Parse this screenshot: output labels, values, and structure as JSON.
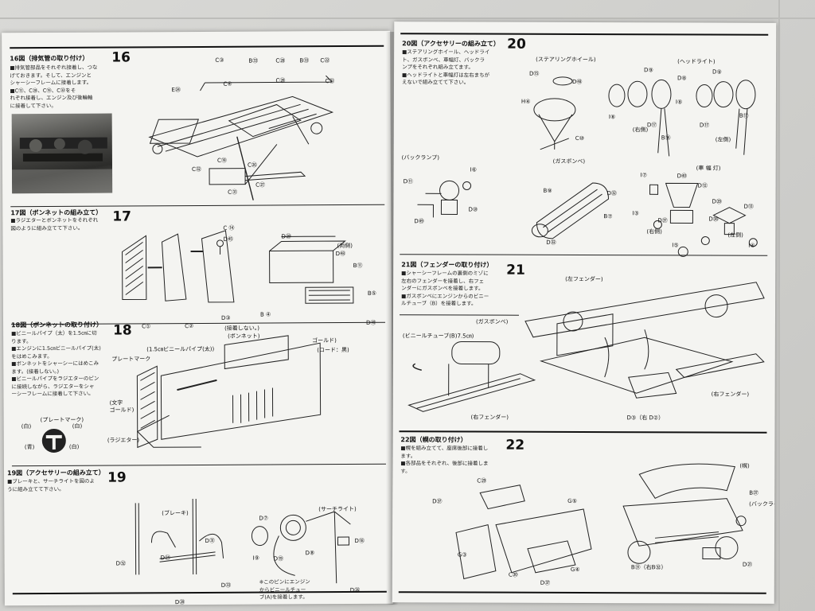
{
  "left": {
    "s16": {
      "title": "16図（排気管の取り付け）",
      "text": "■排気管部品をそれぞれ接着し、つな\nげておきます。そして、エンジンと\nシャーシーフレームに接着します。\n■C⑫、C㉘、C⑲、C㉜をそ\nれぞれ接着し、エンジン及び後輪軸\nに接着して下さい。",
      "num": "16",
      "labels": [
        "C③",
        "B㉝",
        "C㉘",
        "B㉝",
        "C㉒",
        "C④",
        "C⑳",
        "C㉑",
        "E㉔",
        "C㉜",
        "C⑲",
        "C㉖",
        "C㉛",
        "C㉗"
      ]
    },
    "s17": {
      "title": "17図（ボンネットの組み立て）",
      "text": "■ラジエターとボンネットをそれぞれ\n図のように組み立てて下さい。",
      "num": "17",
      "labels": [
        "C ⑭",
        "D㊺",
        "D㉙",
        "(両側)",
        "D㊽",
        "B⑪",
        "B⑤",
        "B ④",
        "D㊾",
        "C①",
        "C②",
        "D③"
      ]
    },
    "s18": {
      "title": "18図（ボンネットの取り付け）",
      "text": "■ビニールパイプ（太）を1.5㎝に切\nります。\n■エンジンに1.5㎝ビニールパイプ(太)\nをはめこみます。\n■ボンネットをシャーシーにはめこみ\nます。(接着しない。)\n■ビニールパイプをラジエターのピン\nに接続しながら、ラジエターをシャ\nーシーフレームに接着して下さい。",
      "num": "18",
      "labels": [
        "(接着しない。)",
        "(ボンネット)",
        "ゴールド)",
        "(コード：黒)",
        "(1.5㎝ビニールパイプ(太))",
        "プレートマーク",
        "(文字",
        "ゴールド)",
        "(ラジエター)"
      ],
      "badge": {
        "title": "(プレートマーク)",
        "left": "(白)",
        "right": "(白)",
        "bl": "(青)",
        "br": "(白)"
      }
    },
    "s19": {
      "title": "19図（アクセサリーの組み立て）",
      "text": "■ブレーキと、サーチライトを図のよ\nうに組み立てて下さい。",
      "num": "19",
      "labels": [
        "(ブレーキ)",
        "(サーチライト)",
        "D⑦",
        "D㉛",
        "D㉔",
        "D㉝",
        "D㉜",
        "D⑱",
        "D⑳",
        "D㉖",
        "Ⅰ⑨",
        "D⑲",
        "D⑧"
      ],
      "note": "※このピンにエンジン\nからビニールチュー\nブ(A)を接着します。"
    }
  },
  "right": {
    "s20": {
      "title": "20図（アクセサリーの組み立て）",
      "text": "■ステアリングホイール、ヘッドライ\nト、ガスボンベ、車幅灯、バックラ\nンプをそれぞれ組み立てます。\n■ヘッドライトと車幅灯は左右まちが\nえないで組み立てて下さい。",
      "num": "20",
      "labels": [
        "(ステアリングホイール)",
        "D⑮",
        "D㊽",
        "H④",
        "C⑩",
        "(ヘッドライト)",
        "D⑨",
        "D⑧",
        "D⑨",
        "Ⅰ⑧",
        "D⑰",
        "Ⅰ⑧",
        "D⑰",
        "B⑯",
        "B⑰",
        "(右側)",
        "(左側)",
        "(バックランプ)",
        "D⑪",
        "Ⅰ⑥",
        "D⑩",
        "D㊾",
        "(ガスボンベ)",
        "B⑨",
        "D㉜",
        "B⑦",
        "D㉜",
        "(車 幅 灯)",
        "Ⅰ⑦",
        "D㊵",
        "D⑫",
        "D㉙",
        "D⑬",
        "Ⅰ③",
        "D㊲",
        "D㊳",
        "Ⅰ⑤",
        "Ⅰ④",
        "(右側)",
        "(左側)"
      ]
    },
    "s21": {
      "title": "21図（フェンダーの取り付け）",
      "text": "■シャーシーフレームの裏側のミゾに\n左右のフェンダーを接着し、右フェ\nンダーにガスボンベを接着します。\n■ガスボンベにエンジンからのビニー\nルチューブ（B）を接着します。",
      "num": "21",
      "labels": [
        "(左フェンダー)",
        "(ビニールチューブ(B)7.5㎝)",
        "(ガスボンベ)",
        "(右フェンダー)",
        "(右フェンダー)",
        "D③（右 D②）"
      ]
    },
    "s22": {
      "title": "22図（幌の取り付け）",
      "text": "■幌を組み立てて、座席後部に接着し\nます。\n■各部品をそれぞれ、後部に接着しま\nす。",
      "num": "22",
      "labels": [
        "C㉙",
        "G⑤",
        "D㊲",
        "G③",
        "C㉚",
        "G④",
        "D㊲",
        "(幌)",
        "B㊲",
        "(バックライト)",
        "D㉑",
        "B㉛（右B㉜）"
      ]
    }
  }
}
